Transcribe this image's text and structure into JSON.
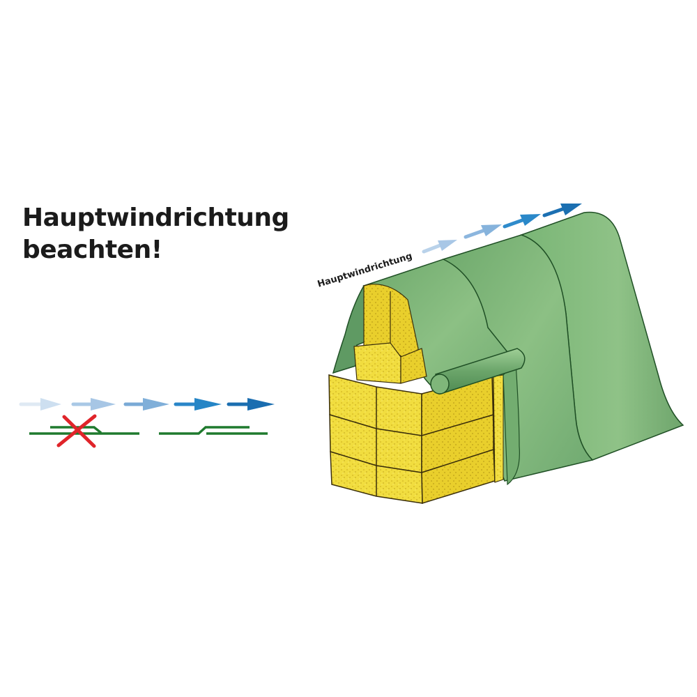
{
  "headline": {
    "line1": "Hauptwindrichtung",
    "line2": "beachten!"
  },
  "illustration": {
    "wind_label": "Hauptwindrichtung",
    "description": "Hay bale stack covered by overlapping green tarp sheets, with blue arrows indicating main wind direction",
    "colors": {
      "tarp_green": "#7fb27a",
      "tarp_dark": "#5f9a63",
      "bale_yellow": "#f0dc3a",
      "bale_shadow": "#d7b81f",
      "arrow_light": "#c9dcee",
      "arrow_dark": "#1d6fb3",
      "overlap_line_green": "#1f7a2e",
      "cross_red": "#e0242a"
    }
  },
  "legend": {
    "wrong_overlap_marker": "cross-icon",
    "correct_overlap": "overlap-correct",
    "arrow_count": 5
  }
}
